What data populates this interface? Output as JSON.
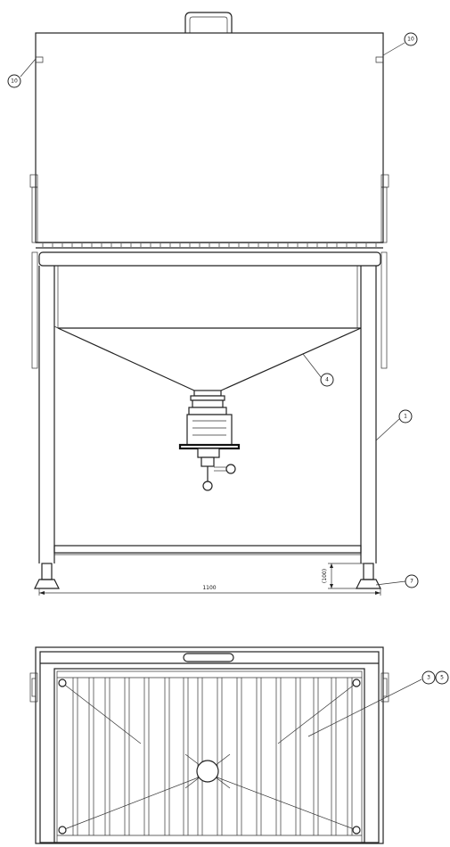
{
  "callouts": {
    "c10_left": "10",
    "c10_right": "10",
    "c4": "4",
    "c1": "1",
    "c7": "7",
    "c3": "3",
    "c5": "5"
  },
  "dimensions": {
    "width": "1100",
    "foot_height": "(100)"
  }
}
